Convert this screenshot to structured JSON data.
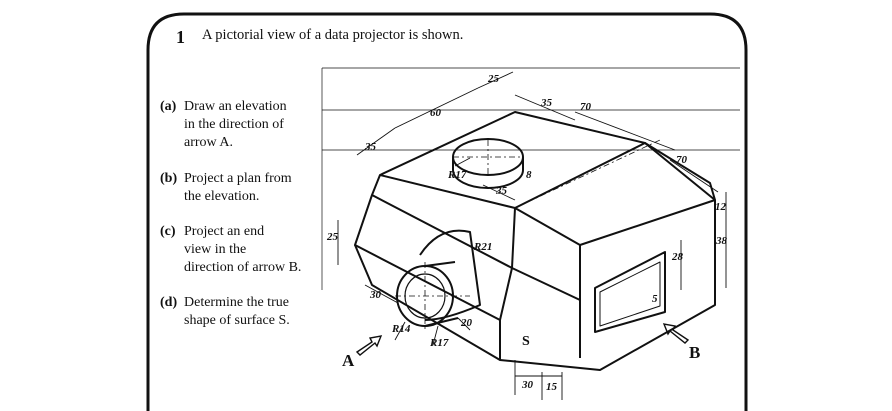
{
  "question": {
    "number": "1",
    "text": "A pictorial view of a data projector is shown."
  },
  "parts": [
    {
      "label": "(a)",
      "lines": [
        "Draw an elevation",
        "in the direction of",
        "arrow A."
      ]
    },
    {
      "label": "(b)",
      "lines": [
        "Project a plan from",
        "the elevation."
      ]
    },
    {
      "label": "(c)",
      "lines": [
        "Project an end",
        "view in the",
        "direction of arrow B."
      ]
    },
    {
      "label": "(d)",
      "lines": [
        "Determine the true",
        "shape of surface S."
      ]
    }
  ],
  "drawing": {
    "arrow_labels": {
      "a": "A",
      "b": "B"
    },
    "surface_label": "S",
    "dimensions": {
      "d25_top": "25",
      "d60": "60",
      "d35_left": "35",
      "d35_top": "35",
      "d70_top": "70",
      "d70_right": "70",
      "d12": "12",
      "d38": "38",
      "d28": "28",
      "d25_left": "25",
      "d30_left": "30",
      "d30_bottom": "30",
      "d15": "15",
      "d35_mid": "35",
      "d8": "8",
      "d5": "5",
      "d20": "20",
      "r17_top": "R17",
      "r21": "R21",
      "r14": "R14",
      "r17_lens": "R17"
    }
  }
}
